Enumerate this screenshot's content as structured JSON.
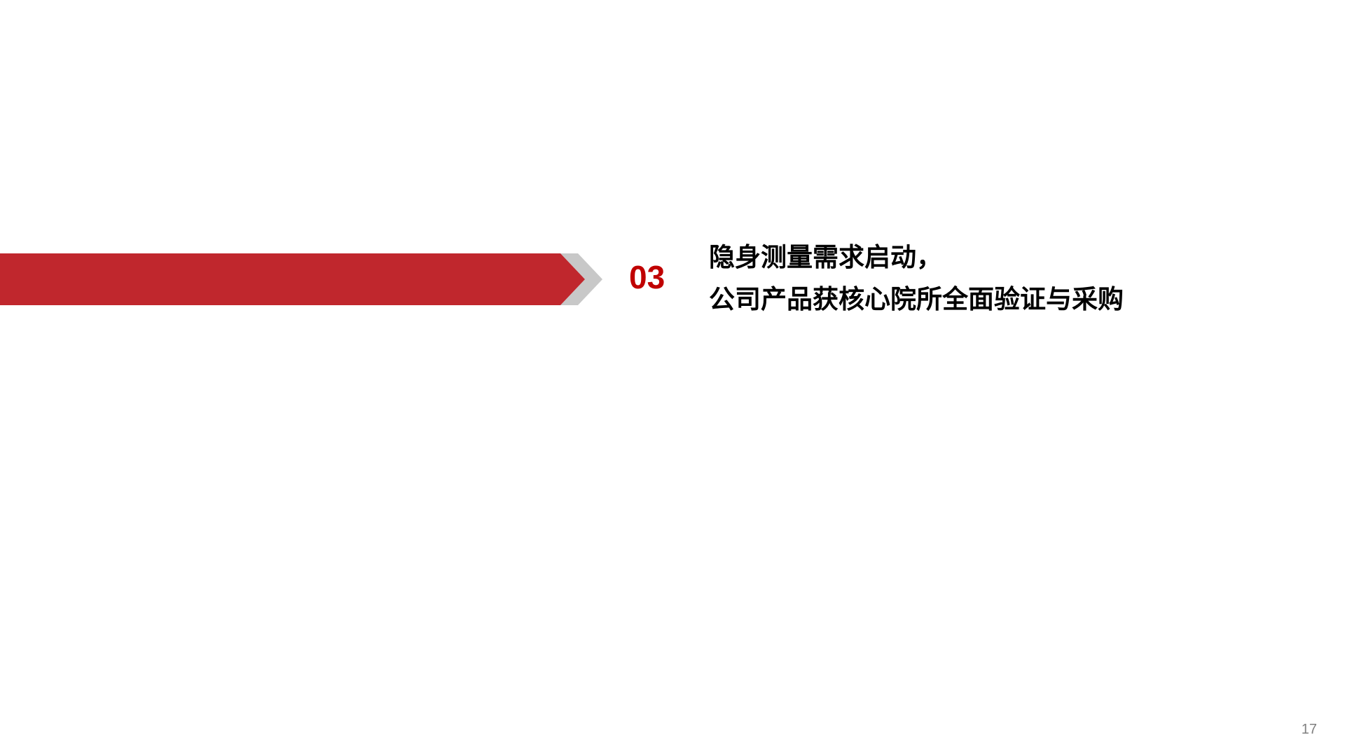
{
  "section": {
    "number": "03",
    "title_lines": [
      "隐身测量需求启动，",
      "公司产品获核心院所全面验证与采购"
    ]
  },
  "footer": {
    "page_number": "17"
  },
  "colors": {
    "banner_red": "#c0272d",
    "banner_shadow_gray": "#c8c8c8",
    "number_red": "#c00000",
    "title_text": "#000000",
    "page_number_gray": "#7f7f7f",
    "background": "#ffffff"
  }
}
